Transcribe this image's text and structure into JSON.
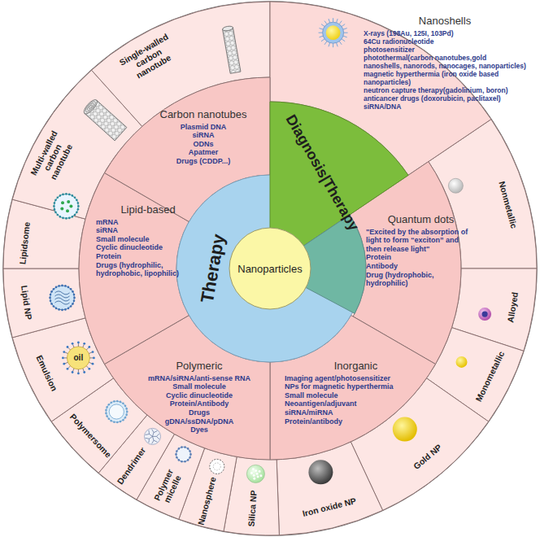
{
  "diagram": {
    "nodes": [
      {
        "text": [
          "Nanoparticles"
        ]
      },
      {
        "text": [
          "Therapy"
        ]
      },
      {
        "text": [
          "Diagnosis|Therapy"
        ]
      },
      {
        "text": [
          "Carbon nanotubes",
          "Plasmid DNA",
          "siRNA",
          "ODNs",
          "Apatmer",
          "Drugs (CDDP...)"
        ]
      },
      {
        "text": [
          "Nanoshells",
          "X-rays (198Au, 125I, 103Pd)",
          "64Cu radionucleotide",
          "photosensitizer",
          "photothermal(carbon nanotubes,gold nanoshells, nanorods, nanocages, nanoparticles)",
          "magnetic hyperthermia (iron oxide based nanoparticles)",
          "neutron capture therapy(gadolinium, boron)",
          "anticancer drugs (doxorubicin, paclitaxel)",
          "siRNA/DNA"
        ]
      },
      {
        "text": [
          "Quantum dots",
          "\"Excited by the absorption of light to form “exciton” and then release light\"",
          "Protein",
          "Antibody",
          "Drug (hydrophobic, hydrophilic)"
        ]
      },
      {
        "text": [
          "Inorganic",
          "Imaging agent/photosensitizer",
          "NPs for magnetic hyperthermia",
          "Small molecule",
          "Neoantigen/adjuvant",
          "siRNA/miRNA",
          "Protein/antibody"
        ]
      },
      {
        "text": [
          "Polymeric",
          "mRNA/siRNA/anti-sense RNA",
          "Small molecule",
          "Cyclic dinucleotide",
          "Protein/Antibody",
          "Drugs",
          "gDNA/ssDNA/pDNA",
          "Dyes"
        ]
      },
      {
        "text": [
          "Lipid-based",
          "mRNA",
          "siRNA",
          "Small molecule",
          "Cyclic dinucleotide",
          "Protein",
          "Drugs (hydrophilic, hydrophobic, lipophilic)"
        ]
      },
      {
        "text": [
          "Single-walled carbon nanotube"
        ]
      },
      {
        "text": [
          "Multi-walled carbon nanotube"
        ]
      },
      {
        "text": [
          "Lipidsome"
        ]
      },
      {
        "text": [
          "Lipid NP"
        ]
      },
      {
        "text": [
          "Emulsion"
        ]
      },
      {
        "text": [
          "Polymersome"
        ]
      },
      {
        "text": [
          "Dendrimer"
        ]
      },
      {
        "text": [
          "Polymer micelle"
        ]
      },
      {
        "text": [
          "Nanosphere"
        ]
      },
      {
        "text": [
          "Silica NP"
        ]
      },
      {
        "text": [
          "Iron oxide NP"
        ]
      },
      {
        "text": [
          "Gold NP"
        ]
      },
      {
        "text": [
          "Monometallic"
        ]
      },
      {
        "text": [
          "Alloyed"
        ]
      },
      {
        "text": [
          "Nonmetallic"
        ]
      }
    ],
    "labels": [
      "oil"
    ]
  }
}
